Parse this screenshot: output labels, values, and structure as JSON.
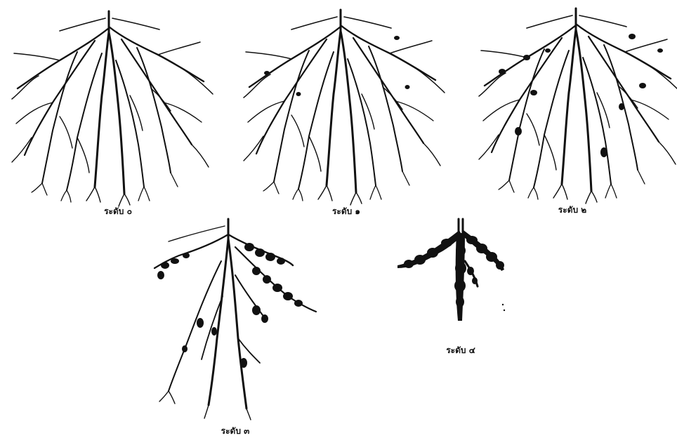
{
  "figure": {
    "panels": [
      {
        "id": "level-0",
        "label": "ระดับ ๐",
        "severity": 0
      },
      {
        "id": "level-1",
        "label": "ระดับ ๑",
        "severity": 1
      },
      {
        "id": "level-2",
        "label": "ระดับ ๒",
        "severity": 2
      },
      {
        "id": "level-3",
        "label": "ระดับ ๓",
        "severity": 3
      },
      {
        "id": "level-4",
        "label": "ระดับ ๔",
        "severity": 4
      }
    ],
    "ink_color": "#111111",
    "background_color": "#ffffff"
  }
}
